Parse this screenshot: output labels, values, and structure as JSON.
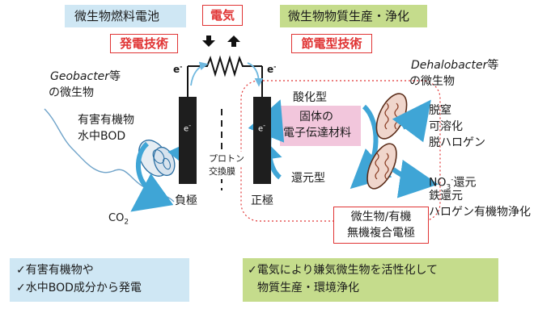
{
  "header": {
    "mfc_title": "微生物燃料電池",
    "mfc_tech": "発電技術",
    "electricity": "電気",
    "bioproduction_title": "微生物物質生産・浄化",
    "bioproduction_tech": "節電型技術"
  },
  "anode_side": {
    "organism": "Geobacter",
    "organism_suffix": "等",
    "organism_line2": "の微生物",
    "substrate_line1": "有害有機物",
    "substrate_line2": "水中BOD",
    "co2": "CO",
    "co2_sub": "2",
    "electrode_label": "負極"
  },
  "membrane": {
    "line1": "プロトン",
    "line2": "交換膜"
  },
  "cathode_side": {
    "electrode_label": "正極",
    "oxidized": "酸化型",
    "reduced": "還元型",
    "material_line1": "固体の",
    "material_line2": "電子伝達材料",
    "composite_line1": "微生物/有機",
    "composite_line2": "無機複合電極"
  },
  "dehalo": {
    "organism": "Dehalobacter",
    "organism_suffix": "等",
    "organism_line2": "の微生物"
  },
  "reactions": {
    "top": [
      "脱窒",
      "可溶化",
      "脱ハロゲン"
    ],
    "no3_prefix": "NO",
    "no3_sub": "3",
    "no3_sup": "-",
    "no3_suffix": "還元",
    "iron": "鉄還元",
    "halogen": "ハロゲン有機物浄化"
  },
  "electron": {
    "symbol": "e",
    "sup": "-"
  },
  "footer": {
    "left_line1": "✓有害有機物や",
    "left_line2": "✓水中BOD成分から発電",
    "right_line1": "✓電気により嫌気微生物を活性化して",
    "right_line2": "物質生産・環境浄化"
  },
  "colors": {
    "blue_box": "#cfe7f4",
    "green_box": "#c5dc8c",
    "red": "#e03434",
    "arrow_blue": "#3fa5d6",
    "pink": "#f2c6dc"
  }
}
